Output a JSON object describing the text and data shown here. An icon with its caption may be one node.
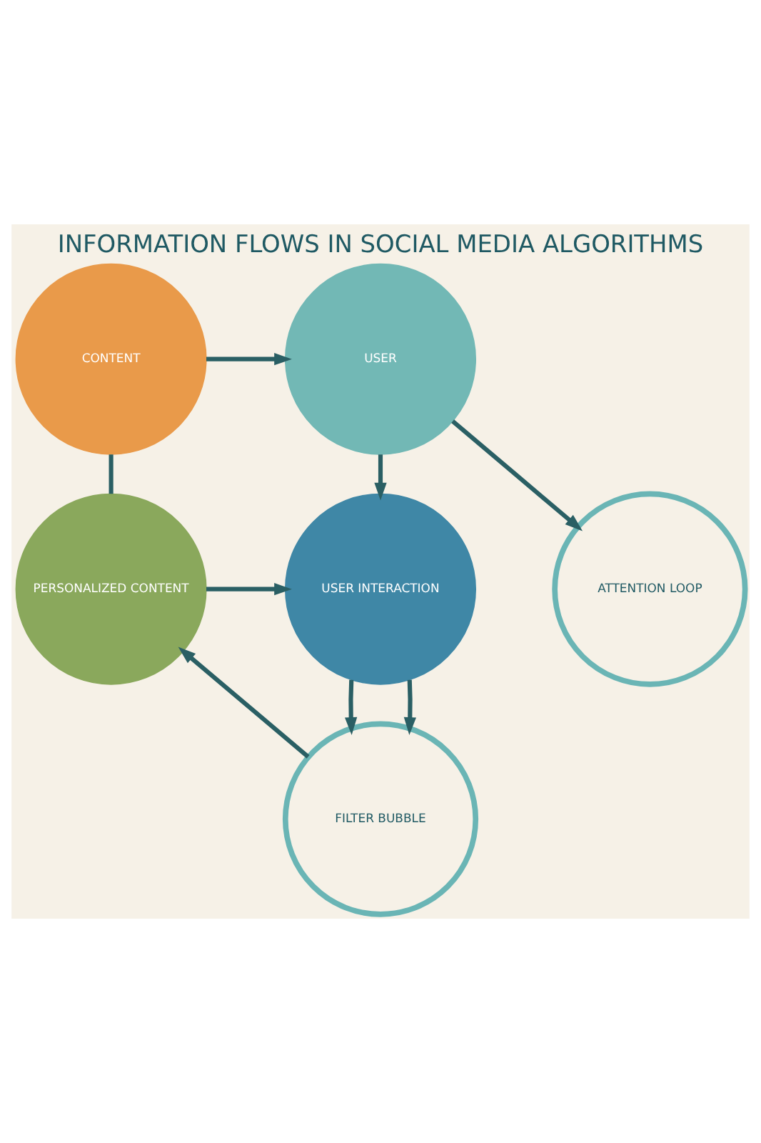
{
  "diagram": {
    "title": "INFORMATION FLOWS IN SOCIAL MEDIA ALGORITHMS",
    "nodes": [
      {
        "text": [
          "CONTENT"
        ]
      },
      {
        "text": [
          "USER"
        ]
      },
      {
        "text": [
          "ATTENTION LOOP"
        ]
      },
      {
        "text": [
          "PERSONALIZED CONTENT"
        ]
      },
      {
        "text": [
          "USER INTERACTION"
        ]
      },
      {
        "text": [
          "FILTER BUBBLE"
        ]
      }
    ],
    "edges": [
      {
        "from": 0,
        "to": 1,
        "arrow": "to"
      },
      {
        "from": 1,
        "to": 2,
        "arrow": "to"
      },
      {
        "from": 1,
        "to": 4,
        "arrow": "to"
      },
      {
        "from": 0,
        "to": 3,
        "arrow": "none"
      },
      {
        "from": 3,
        "to": 4,
        "arrow": "to"
      },
      {
        "from": 4,
        "to": 5,
        "arrow": "to"
      },
      {
        "from": 4,
        "to": 5,
        "arrow": "to"
      },
      {
        "from": 5,
        "to": 3,
        "arrow": "to"
      }
    ]
  }
}
